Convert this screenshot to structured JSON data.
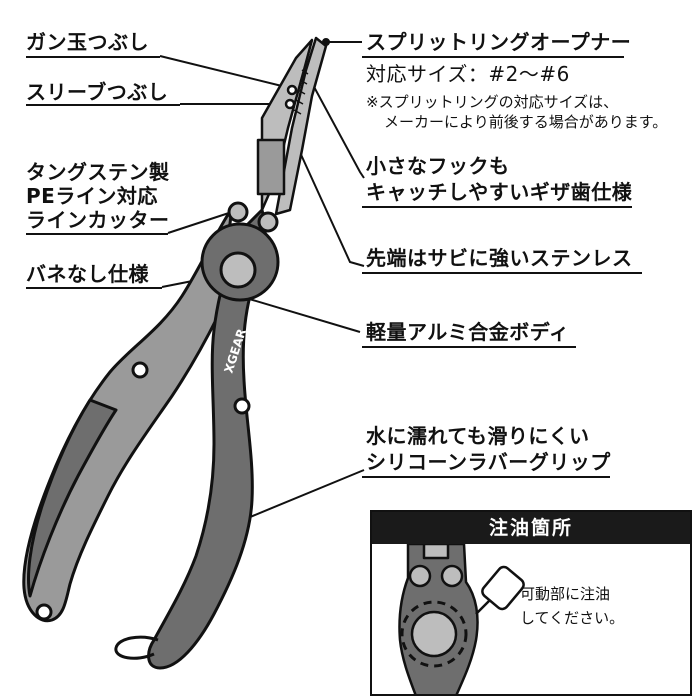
{
  "labels": {
    "gun_crusher": "ガン玉つぶし",
    "sleeve_crusher": "スリーブつぶし",
    "tungsten_line1": "タングステン製",
    "tungsten_line2": "PEライン対応",
    "tungsten_line3": "ラインカッター",
    "springless": "バネなし仕様",
    "split_ring_opener": "スプリットリングオープナー",
    "compatible_sizes": "対応サイズ：#2～#6",
    "note_line1": "※スプリットリングの対応サイズは、",
    "note_line2": "メーカーにより前後する場合があります。",
    "hook_line1": "小さなフックも",
    "hook_line2": "キャッチしやすいギザ歯仕様",
    "stainless_tip": "先端はサビに強いステンレス",
    "aluminum_body": "軽量アルミ合金ボディ",
    "grip_line1": "水に濡れても滑りにくい",
    "grip_line2": "シリコーンラバーグリップ"
  },
  "oiling_inset": {
    "title": "注油箇所",
    "note_line1": "可動部に注油",
    "note_line2": "してください。"
  },
  "brand_mark": "XGEAR",
  "colors": {
    "outline": "#111111",
    "body_dark": "#6e6e6e",
    "grip_light": "#9a9a9a",
    "steel": "#bdbdbd",
    "inset_header": "#1a1a1a"
  }
}
